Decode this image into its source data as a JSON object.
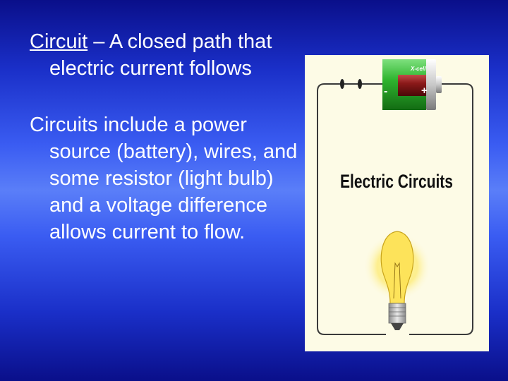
{
  "slide": {
    "para1": {
      "term": "Circuit",
      "rest": " – A closed path that electric current follows"
    },
    "para2": "Circuits include a power source (battery), wires, and some resistor (light bulb) and a voltage difference allows current to flow."
  },
  "figure": {
    "title": "Electric Circuits",
    "battery_label": "X-cell",
    "minus_sign": "-",
    "plus_sign": "+"
  },
  "colors": {
    "text": "#ffffff",
    "figure_bg": "#fdfbe6",
    "battery_green": "#2fb52f",
    "battery_red": "#8b1a1a"
  }
}
